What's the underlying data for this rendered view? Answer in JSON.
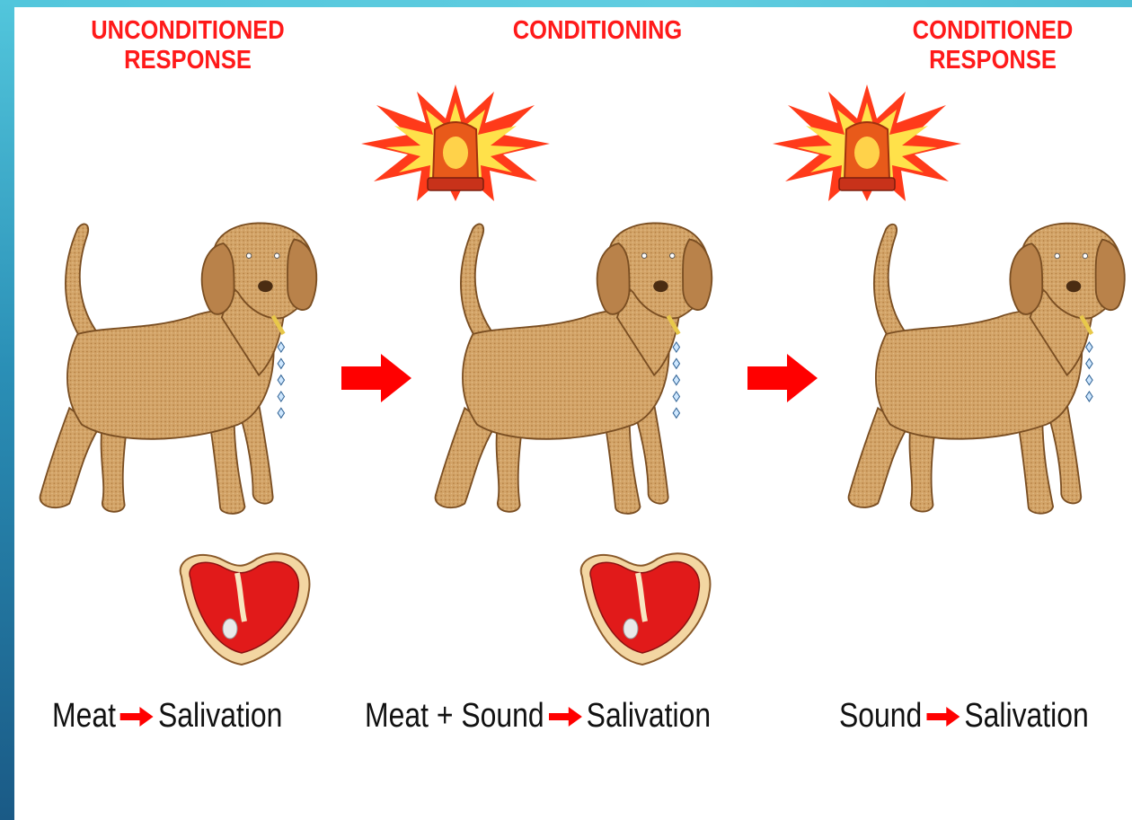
{
  "panels": [
    {
      "heading_line1": "UNCONDITIONED",
      "heading_line2": "RESPONSE",
      "caption_left": "Meat",
      "caption_right": "Salivation"
    },
    {
      "heading_line1": "CONDITIONING",
      "heading_line2": "",
      "caption_left": "Meat + Sound",
      "caption_right": "Salivation"
    },
    {
      "heading_line1": "CONDITIONED",
      "heading_line2": "RESPONSE",
      "caption_left": "Sound",
      "caption_right": "Salivation"
    }
  ],
  "colors": {
    "heading": "#ff1a1a",
    "arrow": "#ff0000",
    "dog": "#d2a064",
    "meat": "#e11a1a",
    "siren_burst": "#ff3a1a"
  },
  "icons": [
    "dog-illustration",
    "steak-illustration",
    "siren-illustration",
    "right-arrow-icon"
  ]
}
